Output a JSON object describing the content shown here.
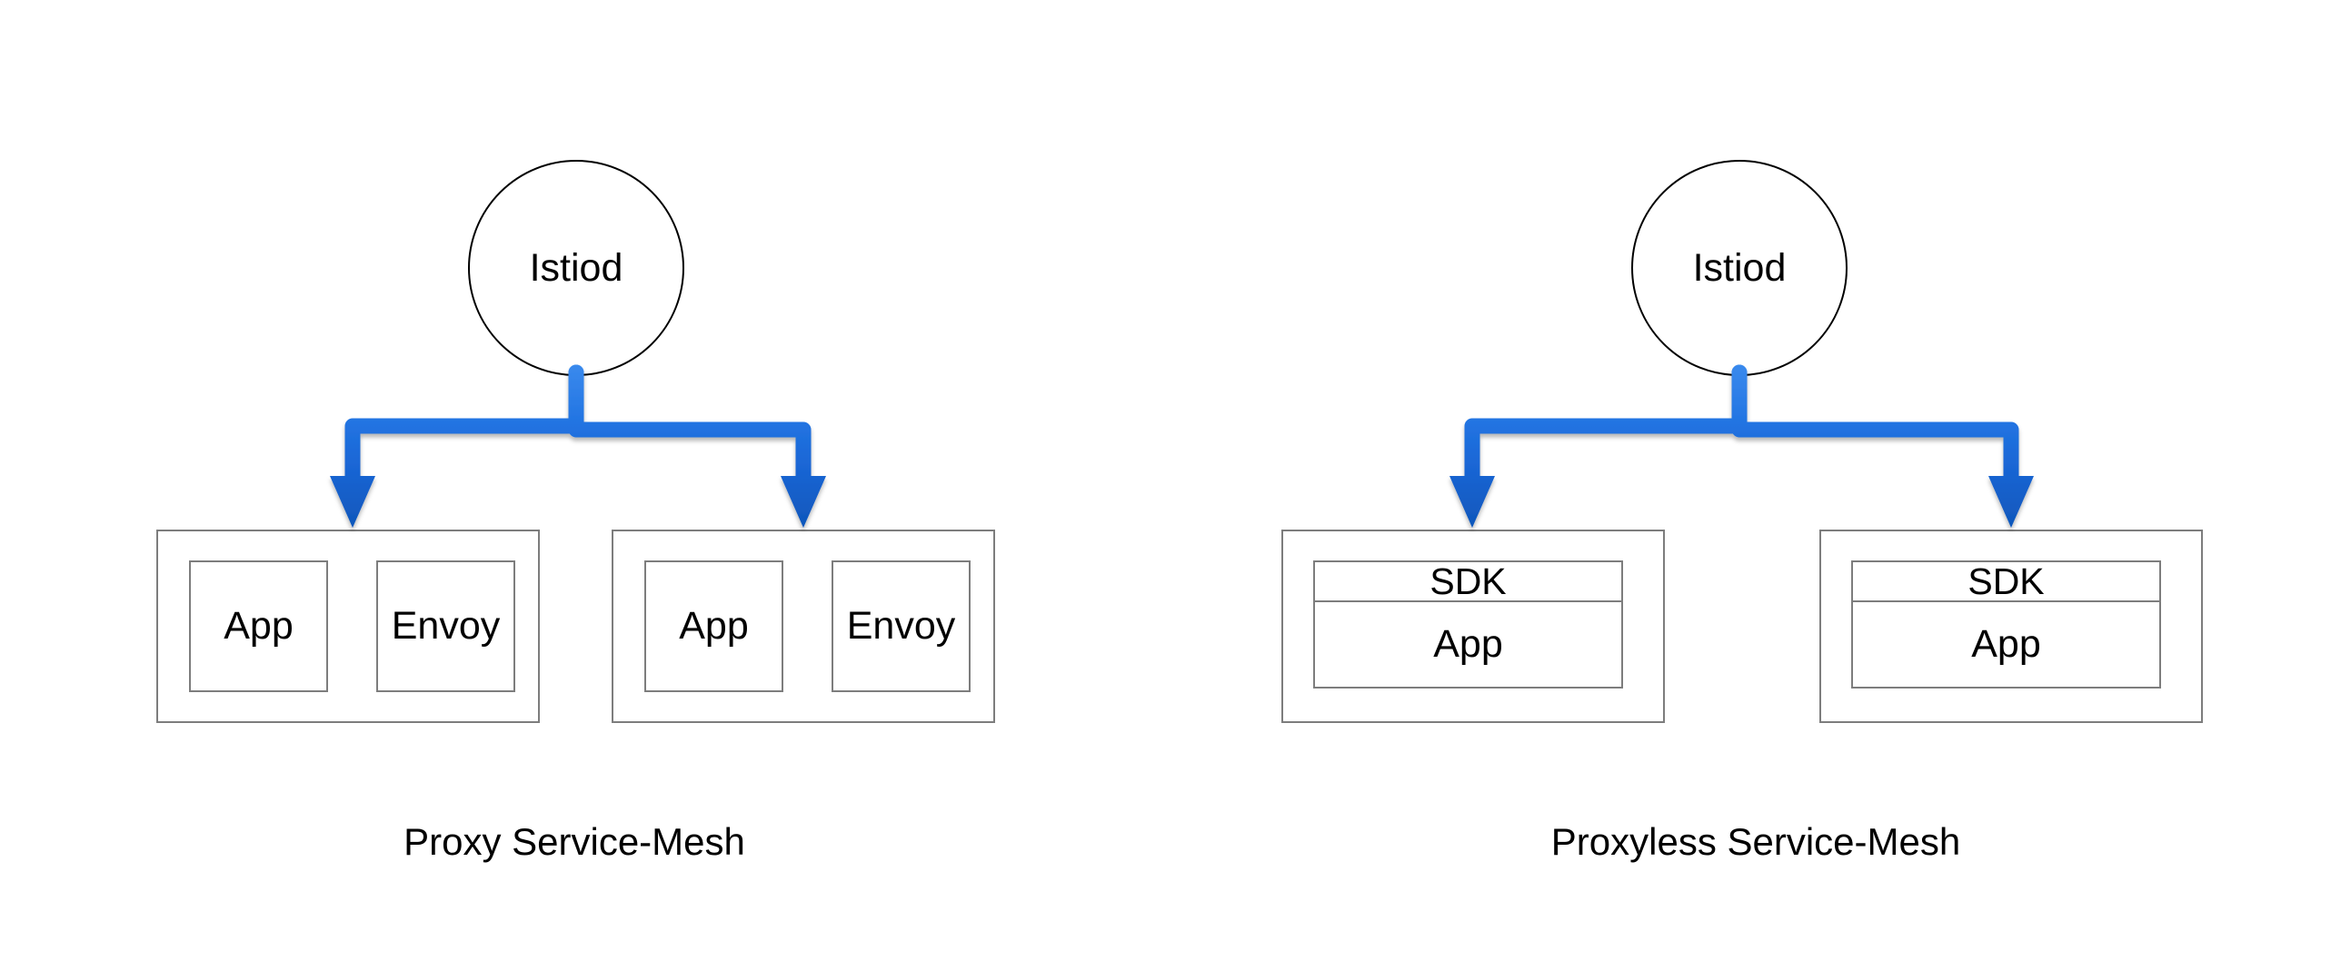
{
  "diagrams": [
    {
      "caption": "Proxy Service-Mesh",
      "control_plane": "Istiod",
      "pods": [
        {
          "components": [
            "App",
            "Envoy"
          ]
        },
        {
          "components": [
            "App",
            "Envoy"
          ]
        }
      ]
    },
    {
      "caption": "Proxyless Service-Mesh",
      "control_plane": "Istiod",
      "pods": [
        {
          "layers": [
            "SDK",
            "App"
          ]
        },
        {
          "layers": [
            "SDK",
            "App"
          ]
        }
      ]
    }
  ],
  "colors": {
    "connector_blue": "#1b6ada",
    "connector_blue_light": "#3587ea",
    "connector_blue_dark": "#0e55b8",
    "box_border": "#7d7d7d",
    "circle_border": "#000000",
    "text": "#000000",
    "background": "#ffffff"
  }
}
